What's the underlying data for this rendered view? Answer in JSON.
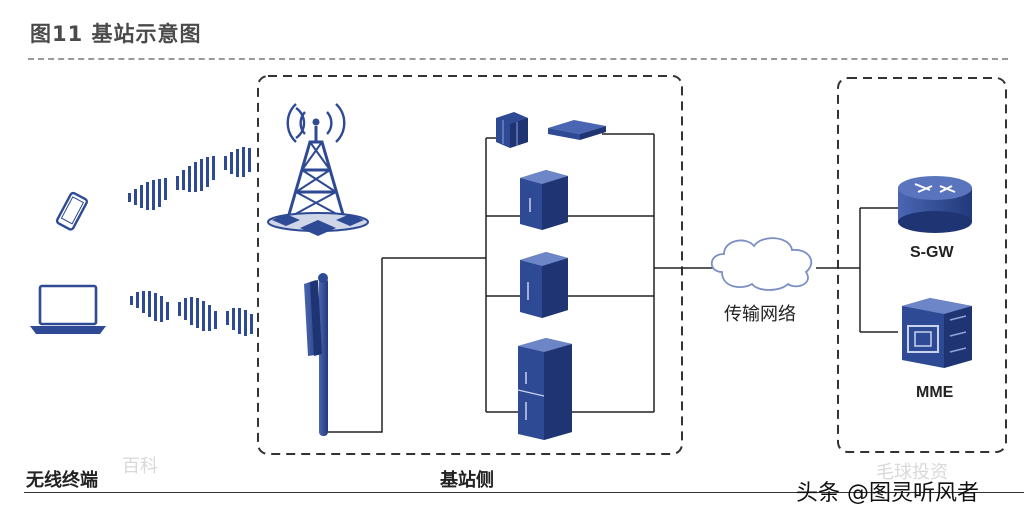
{
  "title": "图11 基站示意图",
  "labels": {
    "terminals": "无线终端",
    "base_station_side": "基站侧",
    "transport_network": "传输网络",
    "sgw": "S-GW",
    "mme": "MME"
  },
  "watermarks": {
    "baidu": "百科",
    "wechat": "毛球投资"
  },
  "footer": {
    "source": "头条 @图灵听风者"
  },
  "colors": {
    "device_blue": "#2e4a94",
    "device_dark": "#1f3573",
    "line": "#222222",
    "dashed_box": "#333333",
    "title_text": "#4a4a4a"
  },
  "icons": [
    "phone-icon",
    "laptop-icon",
    "signal-wave-icon",
    "radio-tower-icon",
    "antenna-pole-icon",
    "rack-unit-icon",
    "cabinet-icon",
    "cloud-icon",
    "router-icon",
    "server-icon"
  ]
}
